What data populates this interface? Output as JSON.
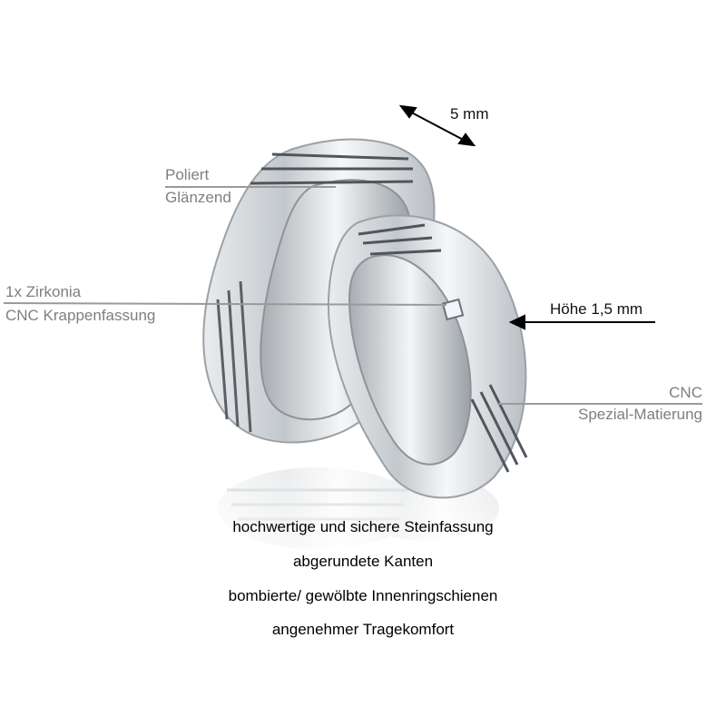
{
  "labels": {
    "width": "5 mm",
    "polished_1": "Poliert",
    "polished_2": "Glänzend",
    "stone_1": "1x Zirkonia",
    "stone_2": "CNC Krappenfassung",
    "height": "Höhe 1,5 mm",
    "cnc_1": "CNC",
    "cnc_2": "Spezial-Matierung"
  },
  "features": [
    "hochwertige und sichere Steinfassung",
    "abgerundete Kanten",
    "bombierte/ gewölbte Innenringschienen",
    "angenehmer Tragekomfort"
  ],
  "colors": {
    "background": "#ffffff",
    "callout_text": "#7f7f7f",
    "dark_text": "#111111",
    "metal": "#cfd3d7"
  }
}
